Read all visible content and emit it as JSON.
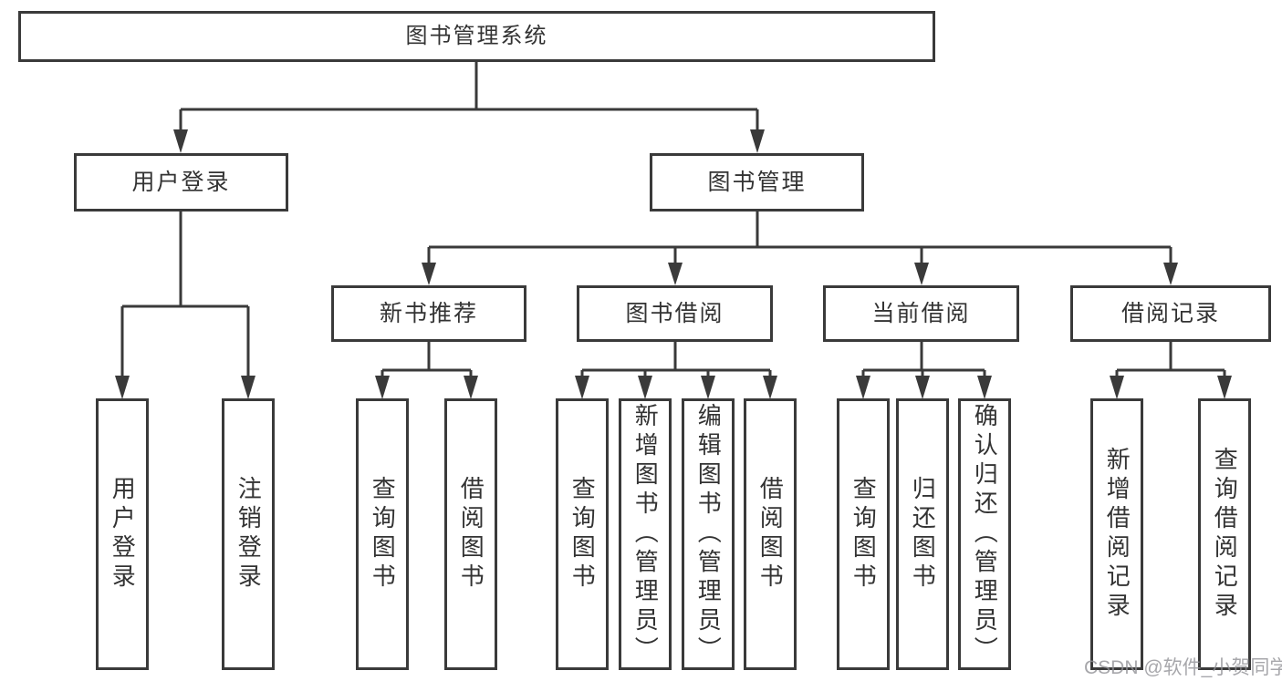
{
  "diagram": {
    "watermark": "CSDN @软件_小贺同学",
    "colors": {
      "line": "#3a3a3a",
      "text": "#333333",
      "background": "#ffffff",
      "watermark": "#91919680"
    },
    "tree": {
      "root": {
        "label": "图书管理系统",
        "children": [
          {
            "label": "用户登录",
            "children": [
              {
                "label": "用户登录"
              },
              {
                "label": "注销登录"
              }
            ]
          },
          {
            "label": "图书管理",
            "children": [
              {
                "label": "新书推荐",
                "children": [
                  {
                    "label": "查询图书"
                  },
                  {
                    "label": "借阅图书"
                  }
                ]
              },
              {
                "label": "图书借阅",
                "children": [
                  {
                    "label": "查询图书"
                  },
                  {
                    "label": "新增图书（管理员）"
                  },
                  {
                    "label": "编辑图书（管理员）"
                  },
                  {
                    "label": "借阅图书"
                  }
                ]
              },
              {
                "label": "当前借阅",
                "children": [
                  {
                    "label": "查询图书"
                  },
                  {
                    "label": "归还图书"
                  },
                  {
                    "label": "确认归还（管理员）"
                  }
                ]
              },
              {
                "label": "借阅记录",
                "children": [
                  {
                    "label": "新增借阅记录"
                  },
                  {
                    "label": "查询借阅记录"
                  }
                ]
              }
            ]
          }
        ]
      }
    }
  }
}
